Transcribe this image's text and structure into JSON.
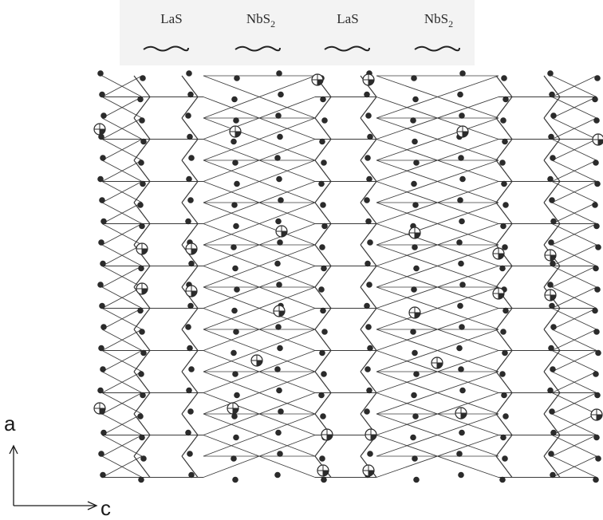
{
  "header": {
    "labels": [
      {
        "text": "LaS",
        "sub": ""
      },
      {
        "text": "NbS",
        "sub": "2"
      },
      {
        "text": "LaS",
        "sub": ""
      },
      {
        "text": "NbS",
        "sub": "2"
      }
    ]
  },
  "axes": {
    "vertical": "a",
    "horizontal": "c"
  },
  "colors": {
    "ink": "#2b2b2b",
    "line": "#3a3a3a",
    "band": "#f3f3f3"
  }
}
